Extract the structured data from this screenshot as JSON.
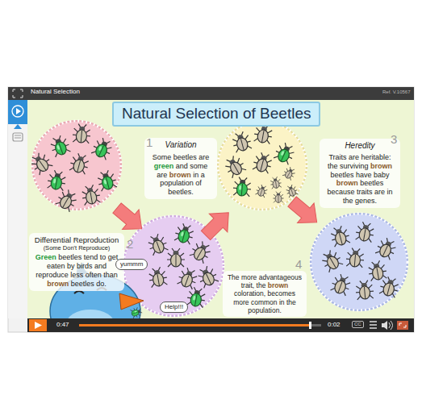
{
  "diagram": {
    "title": "Natural Selection of Beetles",
    "nodes": [
      {
        "text": [
          "Variation",
          "Some beetles are green and some are brown in a population of beetles."
        ]
      },
      {
        "text": [
          "Differential Reproduction",
          "(Some Don't Reproduce)",
          "Green beetles tend to get eaten by birds and reproduce less often than brown beetles do."
        ]
      },
      {
        "text": [
          "Heredity",
          "Traits are heritable: the surviving brown beetles have baby brown beetles because traits are in the genes."
        ]
      },
      {
        "text": [
          "The more advantageous trait, the brown coloration, becomes more common in the population."
        ]
      },
      {
        "text": [
          "yummm"
        ]
      },
      {
        "text": [
          "Help!!!"
        ]
      }
    ],
    "labels": [
      "Natural Selection",
      "Ref. V.10567",
      "1",
      "2",
      "3",
      "4",
      "0:47",
      "0:02",
      "CC"
    ]
  }
}
